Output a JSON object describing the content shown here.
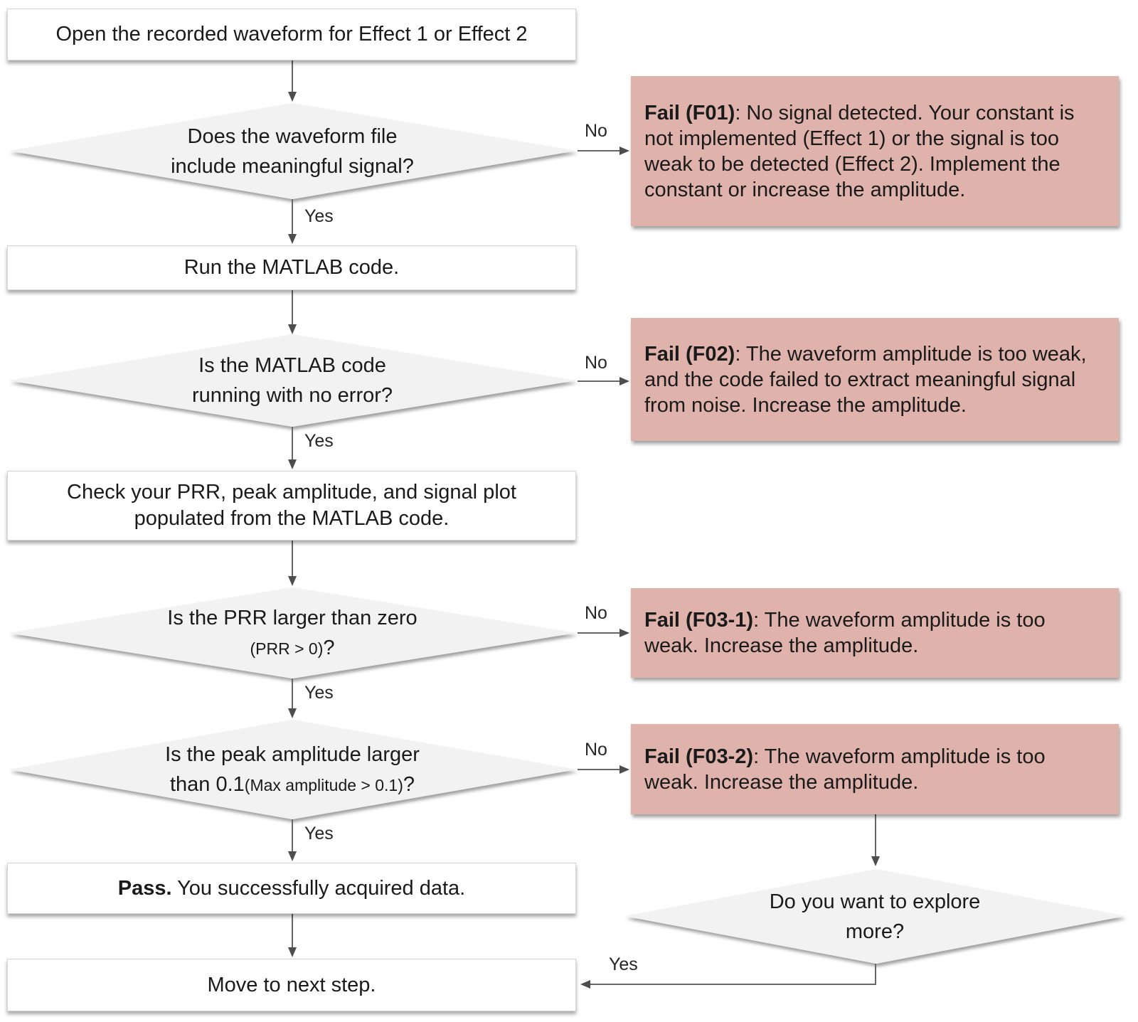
{
  "diagram": {
    "labels": {
      "yes": "Yes",
      "no": "No"
    },
    "colors": {
      "fail_box_bg": "#dfb3ab",
      "decision_bg": "#f2f2f2",
      "process_bg": "#ffffff",
      "process_border": "#d4d4d4",
      "arrow": "#666666",
      "text": "#1a1a1a"
    },
    "process": {
      "open": "Open the recorded waveform for Effect 1 or Effect 2",
      "run": "Run the MATLAB code.",
      "check_line1": "Check your PRR, peak amplitude, and signal plot",
      "check_line2": "populated from the MATLAB code.",
      "pass_bold": "Pass.",
      "pass_text": " You successfully acquired data.",
      "move": "Move to next step."
    },
    "decisions": {
      "signal": {
        "line1": "Does the waveform file",
        "line2": "include meaningful signal?"
      },
      "matlab": {
        "line1": "Is the MATLAB code",
        "line2": "running with no error?"
      },
      "prr": {
        "line1": "Is the PRR  larger than zero",
        "line2_small": "(PRR > 0)",
        "line2_mark": "?"
      },
      "amplitude": {
        "line1": "Is the peak amplitude larger",
        "line2_big": "than 0.1",
        "line2_small": "(Max amplitude > 0.1)",
        "line2_mark": "?"
      },
      "explore": {
        "line1": "Do you want to explore",
        "line2": "more?"
      }
    },
    "fails": {
      "f01": {
        "title": "Fail (F01)",
        "body": ": No signal detected. Your constant is not implemented (Effect 1) or the signal is too weak to be detected (Effect 2). Implement the constant or increase the amplitude."
      },
      "f02": {
        "title": "Fail (F02)",
        "body": ": The waveform amplitude is too weak, and the code failed to extract meaningful signal from noise. Increase the amplitude."
      },
      "f03_1": {
        "title": "Fail (F03-1)",
        "body": ": The waveform amplitude is too weak. Increase the amplitude."
      },
      "f03_2": {
        "title": "Fail (F03-2)",
        "body": ": The waveform amplitude is too weak. Increase the amplitude."
      }
    }
  }
}
